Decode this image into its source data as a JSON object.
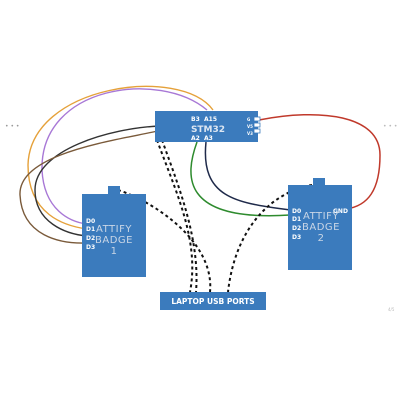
{
  "stm32": {
    "title": "STM32",
    "pins_top": [
      "B3",
      "A15"
    ],
    "pins_bottom": [
      "A2",
      "A3"
    ],
    "pins_right": [
      "G",
      "V5",
      "V3"
    ]
  },
  "badge1": {
    "name_line1": "ATTIFY",
    "name_line2": "BADGE",
    "name_line3": "1",
    "pins": [
      "D0",
      "D1",
      "D2",
      "D3"
    ]
  },
  "badge2": {
    "name_line1": "ATTIFY",
    "name_line2": "BADGE",
    "name_line3": "2",
    "pins": [
      "D0",
      "D1",
      "D2",
      "D3"
    ],
    "gnd": "GND"
  },
  "usb": {
    "label": "LAPTOP USB PORTS"
  },
  "margin": {
    "dots": "• • •",
    "page_marker": "4/5"
  },
  "colors": {
    "board": "#3b7bbd",
    "wire_purple": "#a878d6",
    "wire_orange": "#e5a13a",
    "wire_black": "#333333",
    "wire_brown": "#7a5a3a",
    "wire_green": "#2e8b2e",
    "wire_navy": "#1f2a4a",
    "wire_red": "#c0392b"
  }
}
